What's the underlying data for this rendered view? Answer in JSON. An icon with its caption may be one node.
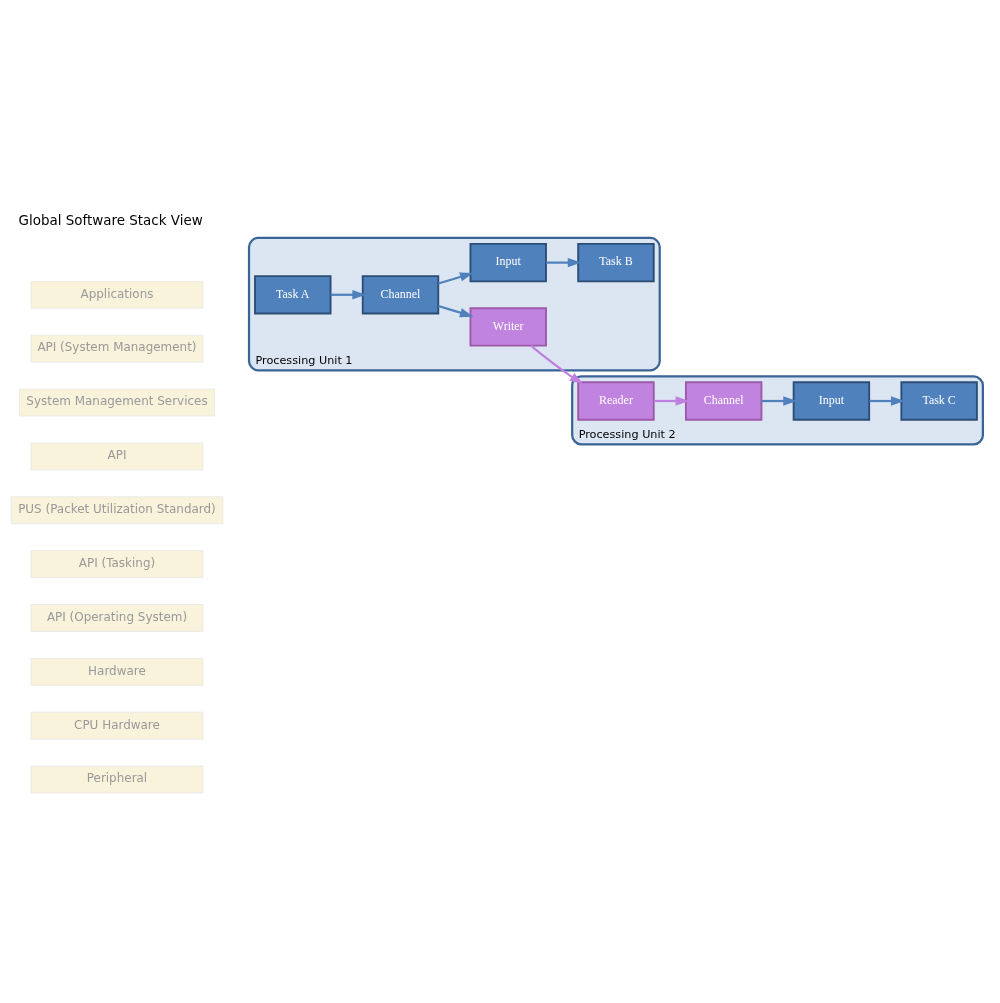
{
  "diagram": {
    "title": "Global Software Stack View",
    "nodes": [
      {
        "text": [
          "Processing Unit 1"
        ]
      },
      {
        "text": [
          "Task A"
        ],
        "in": 0
      },
      {
        "text": [
          "Channel"
        ],
        "in": 0
      },
      {
        "text": [
          "Input"
        ],
        "in": 0
      },
      {
        "text": [
          "Task B"
        ],
        "in": 0
      },
      {
        "text": [
          "Writer"
        ],
        "in": 0
      },
      {
        "text": [
          "Processing Unit 2"
        ]
      },
      {
        "text": [
          "Reader"
        ],
        "in": 6
      },
      {
        "text": [
          "Channel"
        ],
        "in": 6
      },
      {
        "text": [
          "Input"
        ],
        "in": 6
      },
      {
        "text": [
          "Task C"
        ],
        "in": 6
      }
    ],
    "edges": [
      {
        "from": 1,
        "to": 2,
        "arrow": "to"
      },
      {
        "from": 2,
        "to": 3,
        "arrow": "to"
      },
      {
        "from": 3,
        "to": 4,
        "arrow": "to"
      },
      {
        "from": 2,
        "to": 5,
        "arrow": "to"
      },
      {
        "from": 5,
        "to": 7,
        "arrow": "to",
        "color": "#c080e0"
      },
      {
        "from": 7,
        "to": 8,
        "arrow": "to",
        "color": "#c080e0"
      },
      {
        "from": 8,
        "to": 9,
        "arrow": "to"
      },
      {
        "from": 9,
        "to": 10,
        "arrow": "to"
      }
    ],
    "labels": [
      "Applications",
      "API (System Management)",
      "System Management Services",
      "API",
      "PUS (Packet Utilization Standard)",
      "API (Tasking)",
      "API (Operating System)",
      "Hardware",
      "CPU Hardware",
      "Peripheral"
    ]
  }
}
